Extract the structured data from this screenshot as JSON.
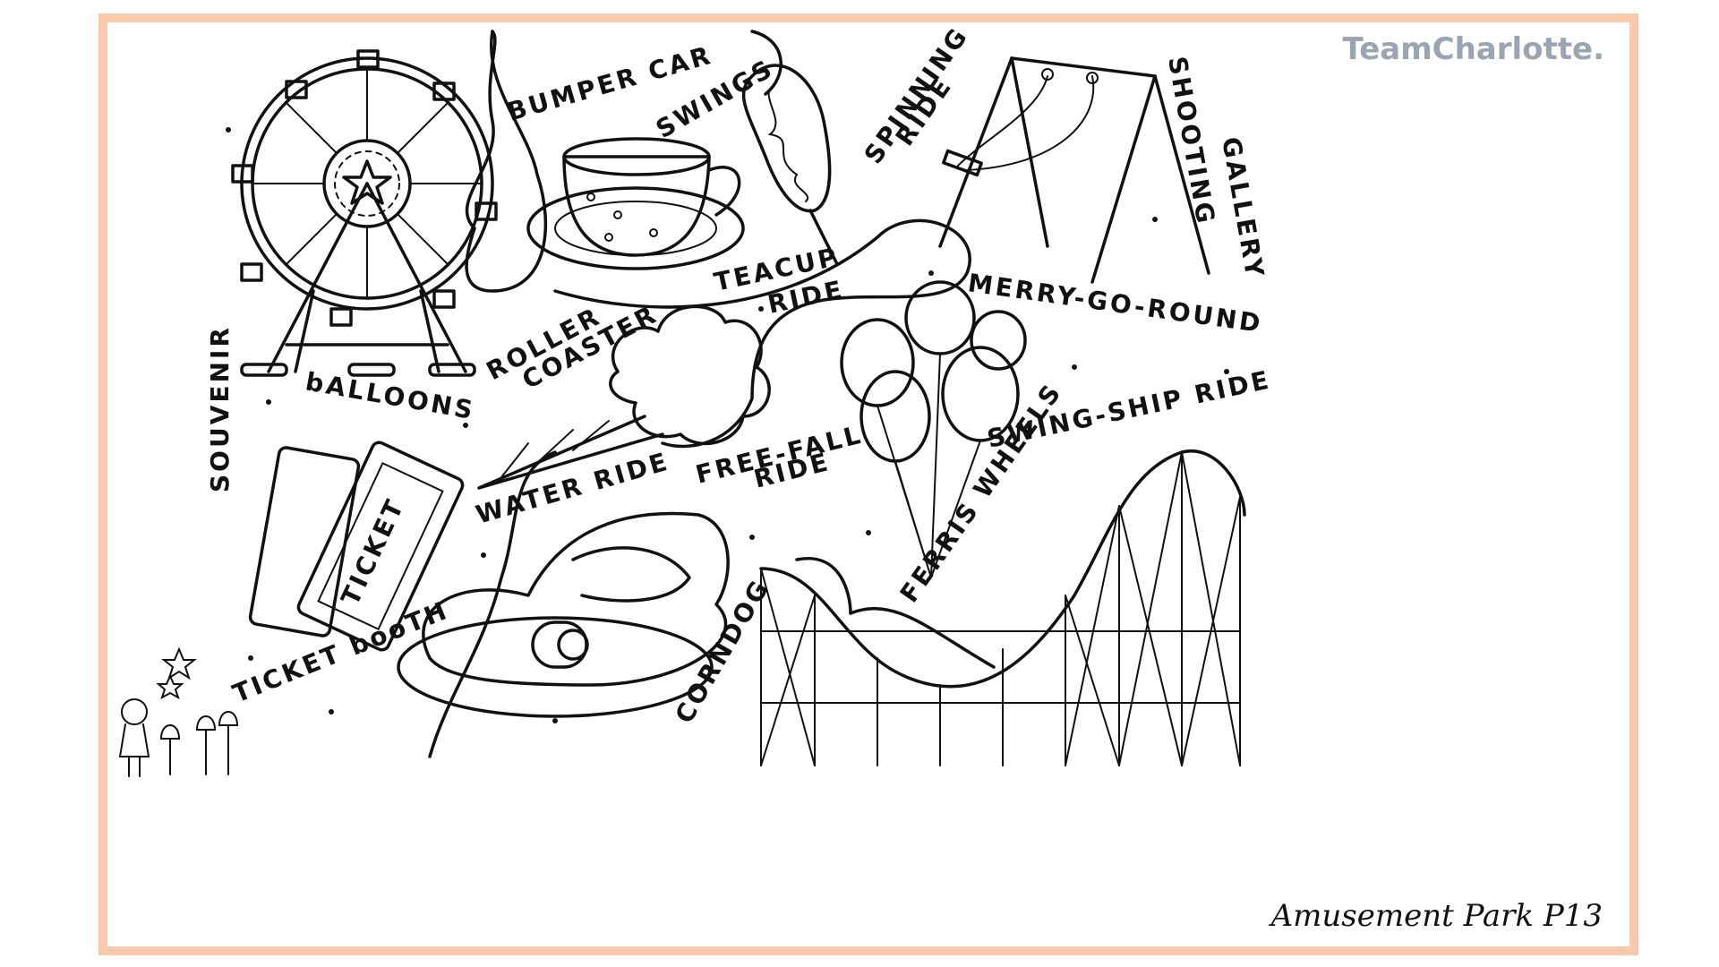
{
  "sheet": {
    "brand": "TeamCharlotte.",
    "footer": "Amusement Park  P13",
    "border_color": "#f8c9ab"
  },
  "labels": {
    "bumper_car": "BUMPER CAR",
    "swings": "SWINGS",
    "spinning": "SPINNING",
    "ride_a": "RIDE",
    "shooting": "SHOOTING",
    "gallery": "GALLERY",
    "teacup": "TEACUP",
    "ride_b": "RIDE",
    "merry": "MERRY-GO-ROUND",
    "roller": "ROLLER",
    "coaster": "COASTER",
    "souvenir": "SOUVENIR",
    "balloons": "bALLOONS",
    "swing_ship": "SWING-SHIP RIDE",
    "free_fall": "FREE-FALL",
    "ride_c": "RIDE",
    "water_ride": "WATER RIDE",
    "ferris": "FERRIS WHEELS",
    "ticket_booth": "TICKET booTH",
    "corndog": "CORNDOG",
    "ticket": "TICKET"
  },
  "icons": [
    "ferris-wheel-icon",
    "teacup-icon",
    "corndog-icon",
    "swing-set-icon",
    "cotton-candy-icon",
    "balloons-icon",
    "tickets-icon",
    "bumper-car-icon",
    "roller-coaster-icon",
    "girl-mascot-icon"
  ]
}
